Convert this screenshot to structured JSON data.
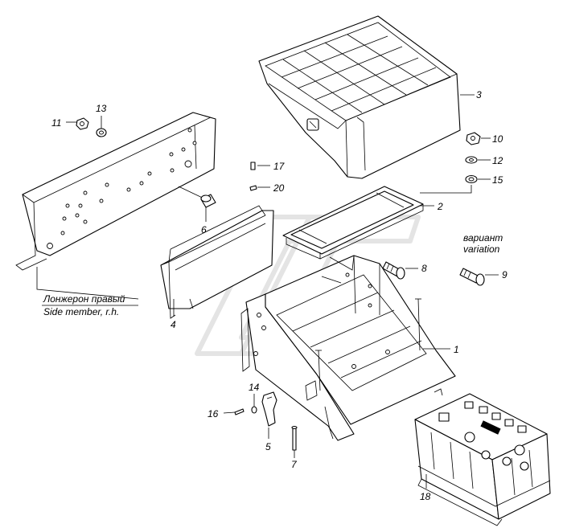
{
  "callouts": {
    "c1": "1",
    "c2": "2",
    "c3": "3",
    "c4": "4",
    "c5": "5",
    "c6": "6",
    "c7": "7",
    "c8": "8",
    "c9": "9",
    "c10": "10",
    "c11": "11",
    "c12": "12",
    "c13": "13",
    "c14": "14",
    "c15": "15",
    "c16": "16",
    "c17": "17",
    "c18": "18",
    "c20": "20"
  },
  "notes": {
    "variant_ru": "вариант",
    "variant_en": "variation",
    "member_ru": "Лонжерон правый",
    "member_en": "Side member, r.h."
  },
  "colors": {
    "line": "#000000",
    "background": "#ffffff",
    "watermark": "#e4e4e4"
  }
}
